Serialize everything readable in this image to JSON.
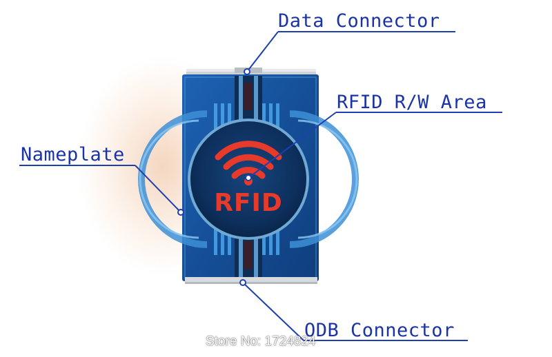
{
  "labels": {
    "data_connector": "Data Connector",
    "rfid_area": "RFID R/W Area",
    "nameplate": "Nameplate",
    "odb_connector": "ODB Connector"
  },
  "device": {
    "logo_text": "RFID"
  },
  "watermark": "Store No: 1724824",
  "colors": {
    "label_blue": "#1a33a6",
    "callout_line": "#1e3fb0",
    "device_blue": "#1b5fb0",
    "rfid_red": "#e83a2a"
  }
}
